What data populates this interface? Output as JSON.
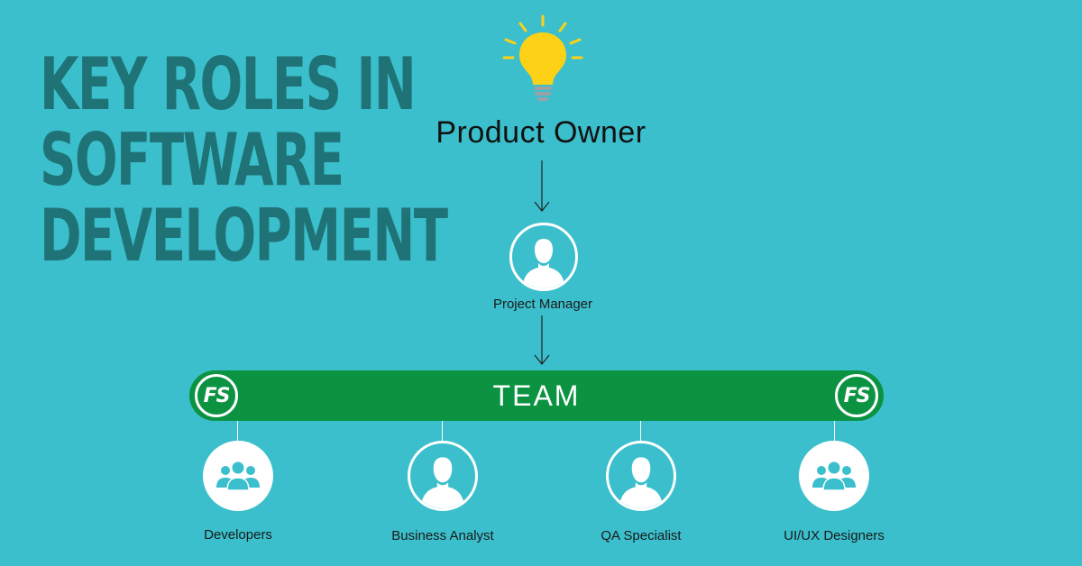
{
  "title_lines": [
    "KEY ROLES IN",
    "SOFTWARE",
    "DEVELOPMENT"
  ],
  "top_role": "Product Owner",
  "middle_role": "Project Manager",
  "team": {
    "label": "TEAM",
    "badge_left": "FS",
    "badge_right": "FS"
  },
  "members": [
    {
      "label": "Developers",
      "icon": "group-icon"
    },
    {
      "label": "Business Analyst",
      "icon": "person-icon"
    },
    {
      "label": "QA Specialist",
      "icon": "person-icon"
    },
    {
      "label": "UI/UX Designers",
      "icon": "group-icon"
    }
  ],
  "colors": {
    "background": "#3bbfcc",
    "title": "#1f7377",
    "team_bar": "#0b9342",
    "bulb": "#fcd116"
  }
}
